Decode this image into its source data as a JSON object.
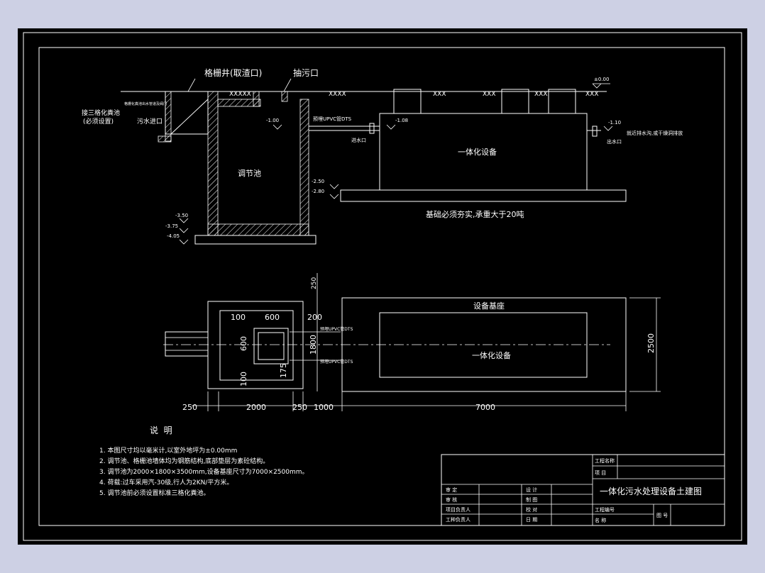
{
  "colors": {
    "background": "#000000",
    "lines": "#ffffff",
    "frame_bg": "#cdd0e4"
  },
  "section": {
    "label_grille_well": "格栅井(取渣口)",
    "label_cleanout": "抽污口",
    "label_septic": "接三格化粪池",
    "label_septic_note": "(必须设置)",
    "label_inlet_pipe": "污水进口",
    "label_small_note": "格栅化粪池出水管道及阀门",
    "label_tank": "调节池",
    "label_equipment": "一体化设备",
    "label_pvc_pipe": "预埋UPVC管DTS",
    "label_intake": "进水口",
    "label_outlet": "出水口",
    "label_outlet_note": "就近排水沟,或干燥洞排放",
    "label_foundation_note": "基础必须夯实,承重大于20吨",
    "elev_zero": "±0.00",
    "elev_m100": "-1.00",
    "elev_m108": "-1.08",
    "elev_m110": "-1.10",
    "elev_m250": "-2.50",
    "elev_m280": "-2.80",
    "elev_m350": "-3.50",
    "elev_m375": "-3.75",
    "elev_m405": "-4.05"
  },
  "plan": {
    "label_base": "设备基座",
    "label_equipment": "一体化设备",
    "label_pvc_top": "预埋UPVC管DTS",
    "label_pvc_bottom": "预埋UPVC管DTS",
    "dim_250_top": "250",
    "dim_100": "100",
    "dim_600": "600",
    "dim_200": "200",
    "dim_600_v": "600",
    "dim_1800": "1800",
    "dim_100_v": "100",
    "dim_175": "175",
    "dim_2500": "2500",
    "dim_250_left": "250",
    "dim_2000": "2000",
    "dim_250_mid": "250",
    "dim_1000": "1000",
    "dim_7000": "7000"
  },
  "notes": {
    "title": "说  明",
    "items": [
      "1. 本图尺寸均以毫米计,以室外地坪为±0.00mm",
      "2. 调节池、格栅池墙体均为钢筋结构,底部垫层为素砼结构。",
      "3. 调节池为2000×1800×3500mm,设备基座尺寸为7000×2500mm。",
      "4. 荷载:过车采用汽-30级,行人为2KN/平方米。",
      "5. 调节池前必须设置标准三格化粪池。"
    ]
  },
  "title_block": {
    "label_project": "工程名称",
    "label_item": "项 目",
    "drawing_title": "一体化污水处理设备土建图",
    "label_drawing_no": "工程编号",
    "label_name": "名 称",
    "label_sheet": "图 号",
    "row1_left": "审 定",
    "row1_mid": "设 计",
    "row2_left": "审 核",
    "row2_mid": "制 图",
    "row3_left": "项目负责人",
    "row3_mid": "校 对",
    "row4_left": "工种负责人",
    "row4_mid": "日 期"
  }
}
